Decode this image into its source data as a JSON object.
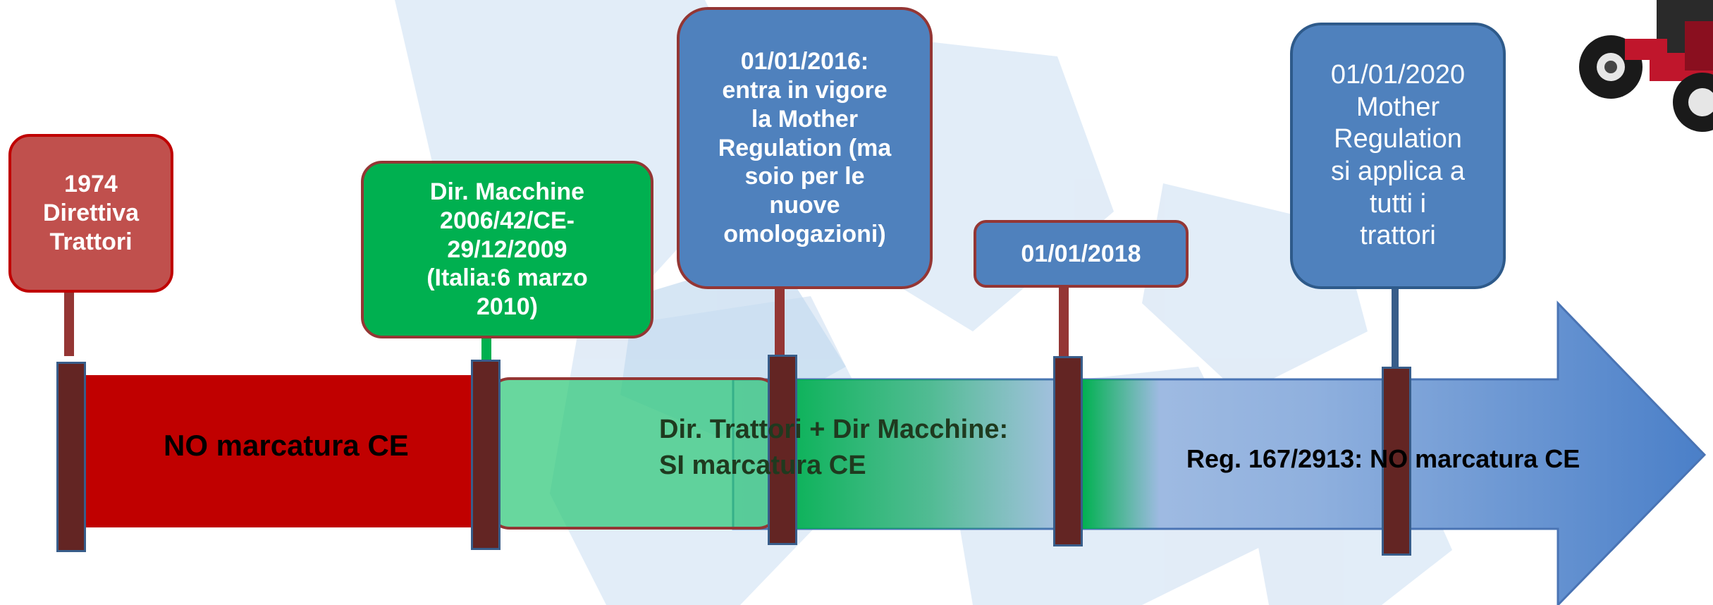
{
  "events": {
    "e1974": "1974\nDirettiva\nTrattori",
    "macchine": "Dir. Macchine\n2006/42/CE-\n29/12/2009\n(Italia:6 marzo\n2010)",
    "e2016": "01/01/2016:\nentra in vigore\nla Mother\nRegulation (ma\nsoio per le\nnuove\nomologazioni)",
    "e2018": "01/01/2018",
    "e2020": "01/01/2020\nMother\nRegulation\nsi applica a\ntutti i\ntrattori"
  },
  "phases": {
    "no_ce": "NO marcatura CE",
    "si_ce": "Dir. Trattori + Dir Macchine:\nSI marcatura CE",
    "reg": "Reg. 167/2913: NO marcatura CE"
  },
  "colors": {
    "red": "#c00000",
    "green": "#00b050",
    "blue": "#4f81bd",
    "post": "#632523"
  }
}
